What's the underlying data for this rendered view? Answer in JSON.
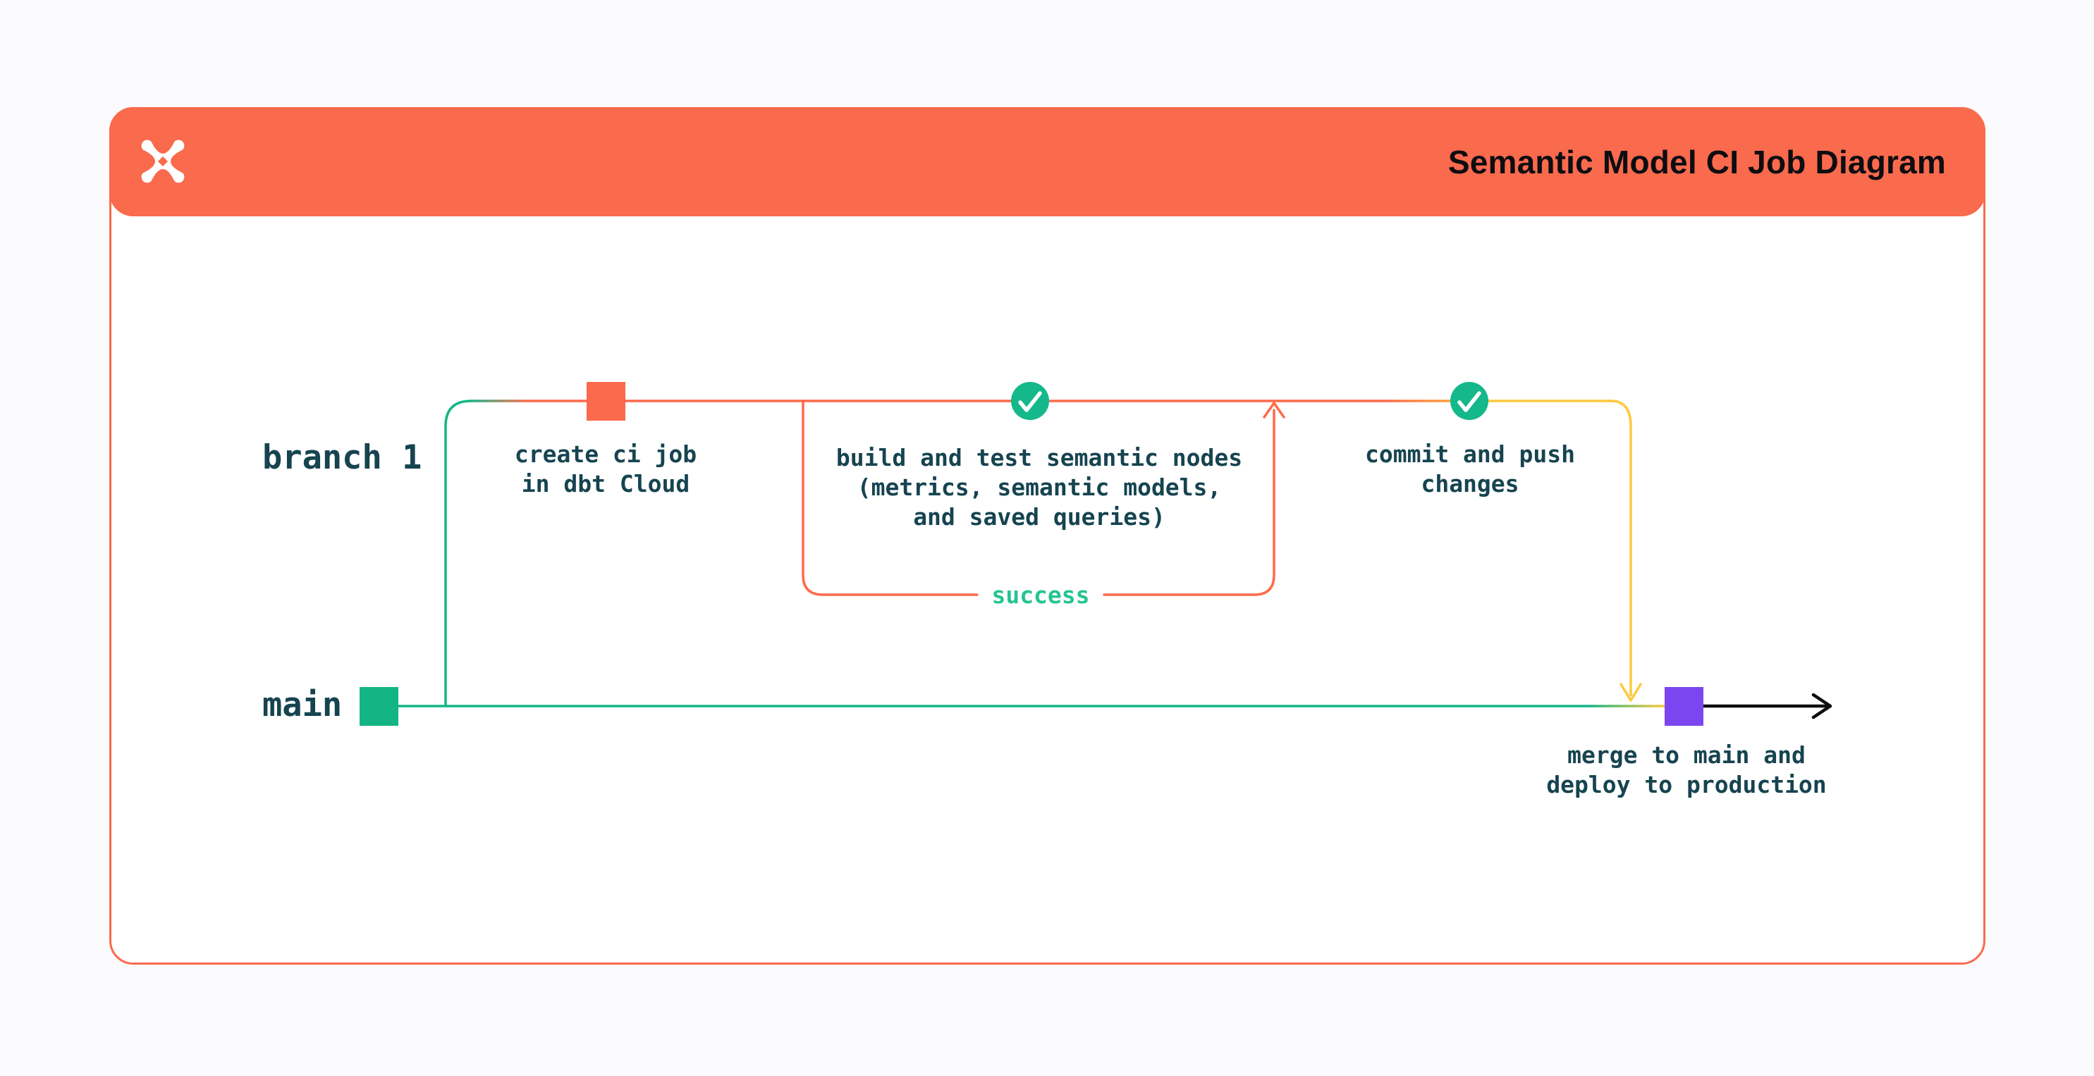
{
  "header": {
    "title": "Semantic Model CI Job Diagram",
    "logo": "dbt-logo"
  },
  "diagram": {
    "branches": [
      {
        "label": "branch 1"
      },
      {
        "label": "main"
      }
    ],
    "nodes": {
      "create_ci": {
        "label": "create ci job\nin dbt Cloud"
      },
      "build_test": {
        "label": "build and test semantic nodes\n(metrics, semantic models,\nand saved queries)"
      },
      "commit_push": {
        "label": "commit and push\nchanges"
      },
      "merge_deploy": {
        "label": "merge to main and\ndeploy to production"
      }
    },
    "annotations": {
      "success_label": "success"
    },
    "icons": {
      "check_icon": "checkmark-in-circle",
      "arrow_right": "black-arrow-right",
      "arrow_up": "orange-arrow-up",
      "arrow_down": "yellow-arrow-down"
    },
    "colors": {
      "header_orange": "#FA6A4C",
      "line_orange": "#FF6A4A",
      "green": "#13B584",
      "check_green": "#15B88B",
      "success_green": "#25C492",
      "yellow": "#FFC93C",
      "purple": "#7B46F0",
      "text_dark": "#164450",
      "arrow_black": "#0D0D0D",
      "card_background": "#FFFFFF",
      "page_background": "#FBFBFD"
    }
  }
}
